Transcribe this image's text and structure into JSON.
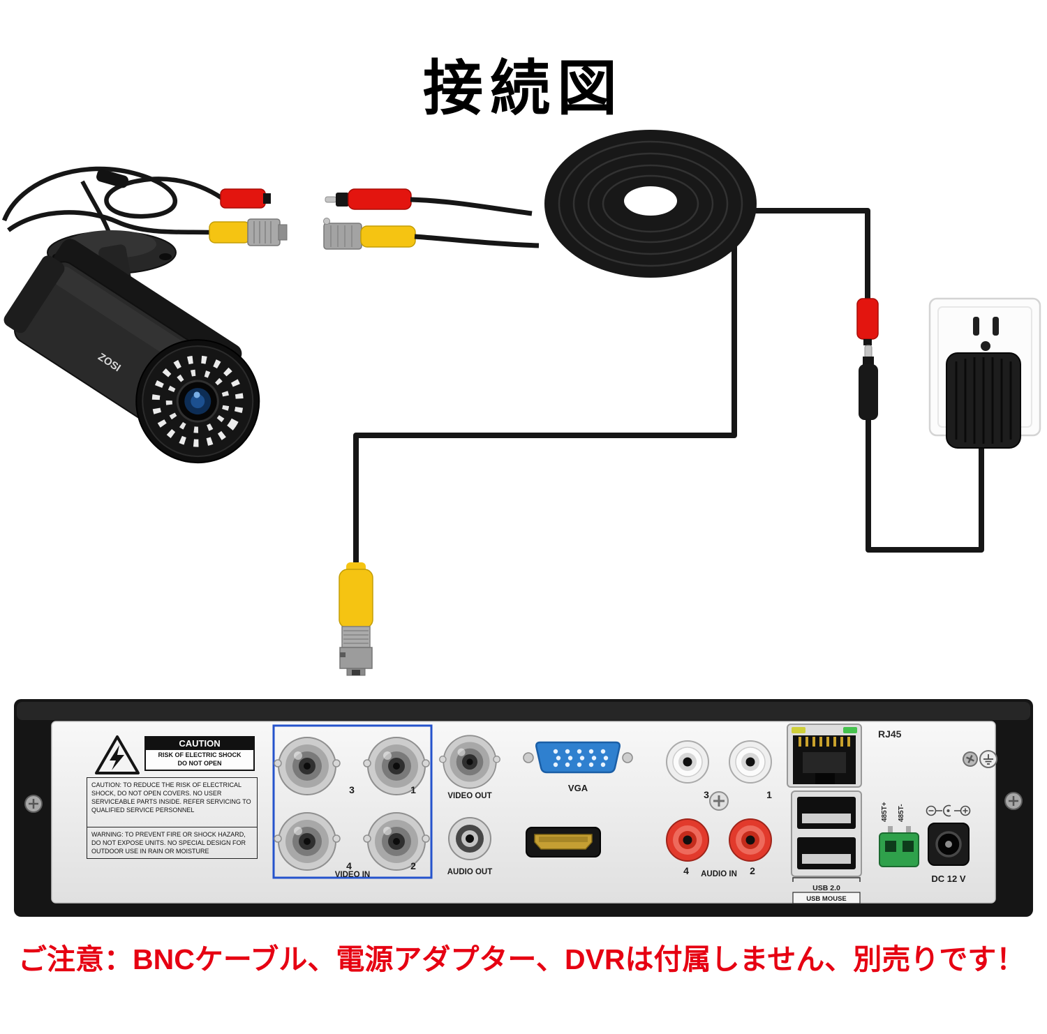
{
  "title": "接続図",
  "notice": "ご注意：BNCケーブル、電源アダプター、DVRは付属しません、別売りです！",
  "camera": {
    "brand": "ZOSI"
  },
  "dvr": {
    "caution": {
      "header": "CAUTION",
      "risk_line1": "RISK OF ELECTRIC SHOCK",
      "risk_line2": "DO NOT OPEN",
      "caution_para": "CAUTION: TO REDUCE THE RISK OF ELECTRICAL SHOCK, DO NOT OPEN COVERS. NO USER SERVICEABLE PARTS INSIDE. REFER SERVICING TO QUALIFIED SERVICE PERSONNEL",
      "warning_para": "WARNING: TO PREVENT FIRE OR SHOCK HAZARD, DO NOT EXPOSE UNITS. NO SPECIAL DESIGN FOR OUTDOOR USE IN RAIN OR MOISTURE"
    },
    "video_in": {
      "label": "VIDEO IN",
      "channels": [
        "3",
        "1",
        "4",
        "2"
      ]
    },
    "video_out_label": "VIDEO OUT",
    "audio_out_label": "AUDIO OUT",
    "vga_label": "VGA",
    "audio_in": {
      "label": "AUDIO IN",
      "channels": [
        "3",
        "1",
        "4",
        "2"
      ]
    },
    "rj45_label": "RJ45",
    "usb_label": "USB 2.0",
    "usb_mouse_label": "USB MOUSE",
    "rs485": {
      "plus": "485T+",
      "minus": "485T-"
    },
    "dc_label": "DC 12 V"
  },
  "icons": {
    "warning_triangle_icon": "⚠",
    "ground_icon": "⏚",
    "dc_polarity_icon": "⊖–●–⊕"
  },
  "colors": {
    "background": "#ffffff",
    "accent_red": "#e60012",
    "connector_red": "#e3150f",
    "connector_yellow": "#f5c412",
    "vga_blue": "#2f80cf",
    "video_in_box_blue": "#2553cc",
    "terminal_green": "#2fa14b"
  }
}
